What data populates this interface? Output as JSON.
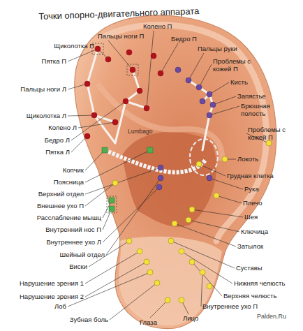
{
  "diagram": {
    "title": "Точки опорно-двигательного аппарата",
    "labels": [
      "Пальцы ноги П",
      "Щиколотка П",
      "Колено П",
      "Бедро П",
      "Пальцы руки",
      "Пятка П",
      "Проблемы с кожей П",
      "Пальцы ноги Л",
      "Кисть",
      "Запястье",
      "Брюшная полость",
      "Щиколотка Л",
      "Колено Л",
      "Проблемы с кожей П",
      "Бедро Л",
      "Пятка Л",
      "Локоть",
      "Lumbago",
      "Копчик",
      "Грудная клетка",
      "Поясница",
      "Рука",
      "Верхний отдел",
      "Плечо",
      "Внешнее ухо П",
      "Шея",
      "Расслабление мышц",
      "Ключица",
      "Внутренний нос П",
      "Затылок",
      "Внутреннее ухо Л",
      "Шейный отдел",
      "Виски",
      "Суставы",
      "Нарушение зрения 1",
      "Нижняя челюсть",
      "Нарушение зрения 2",
      "Верхняя челюсть",
      "Лоб",
      "Внутреннее ухо П",
      "Лицо",
      "Зубная боль",
      "Глаза",
      "Palden.Ru"
    ]
  }
}
